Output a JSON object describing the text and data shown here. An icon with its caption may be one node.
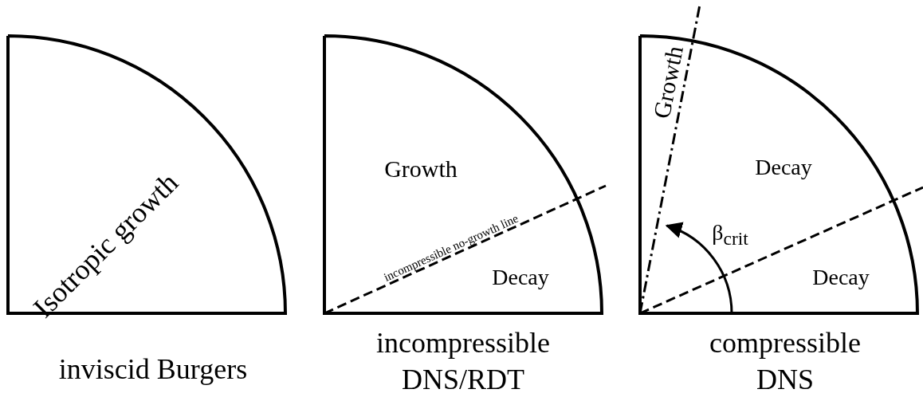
{
  "diagram": {
    "nodes": [
      {
        "text": [
          "Isotropic growth"
        ],
        "beside": [
          "inviscid Burgers"
        ]
      },
      {
        "text": [
          "Growth",
          "incompressible no-growth line",
          "Decay"
        ],
        "beside": [
          "incompressible DNS/RDT"
        ]
      },
      {
        "text": [
          "Growth",
          "Decay",
          "β$_{crit}$",
          "Decay"
        ],
        "beside": [
          "compressible DNS"
        ]
      }
    ]
  }
}
